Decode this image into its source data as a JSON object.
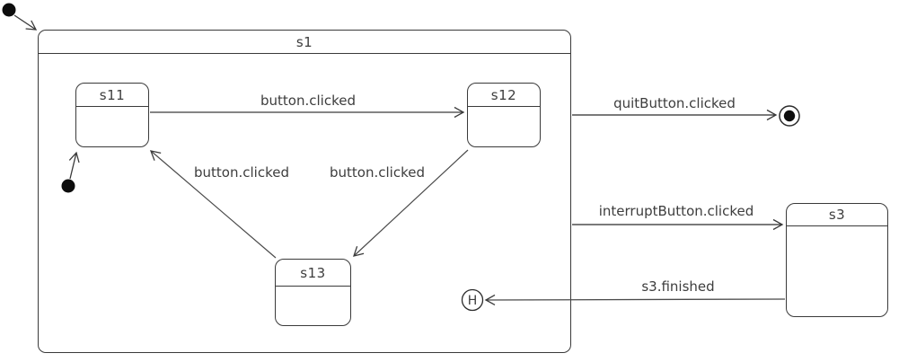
{
  "states": {
    "s1": {
      "label": "s1"
    },
    "s11": {
      "label": "s11"
    },
    "s12": {
      "label": "s12"
    },
    "s13": {
      "label": "s13"
    },
    "s3": {
      "label": "s3"
    }
  },
  "transitions": {
    "s11_to_s12": {
      "label": "button.clicked"
    },
    "s12_to_s13": {
      "label": "button.clicked"
    },
    "s13_to_s11": {
      "label": "button.clicked"
    },
    "s1_to_final": {
      "label": "quitButton.clicked"
    },
    "s1_to_s3": {
      "label": "interruptButton.clicked"
    },
    "s3_to_history": {
      "label": "s3.finished"
    }
  },
  "pseudostates": {
    "history": {
      "label": "H"
    }
  },
  "colors": {
    "line": "#3a3a3a",
    "text": "#3d3d3d",
    "state_border": "#3a3a3a",
    "background": "#ffffff"
  }
}
